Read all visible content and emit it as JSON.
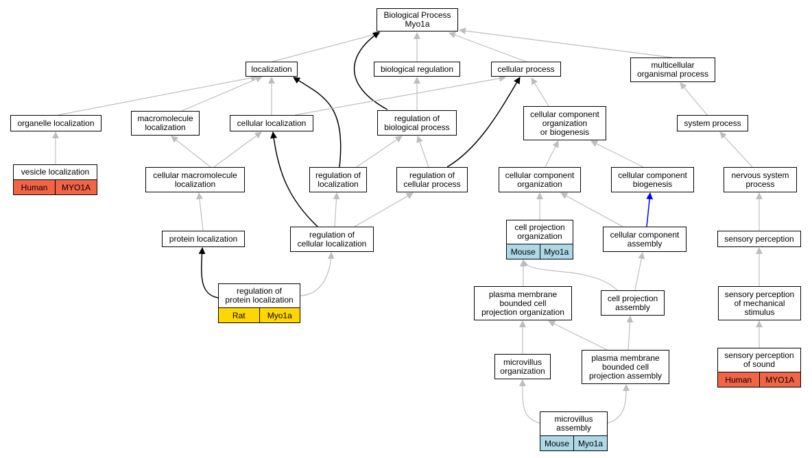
{
  "colors": {
    "human": "#f26446",
    "mouse": "#add8e6",
    "rat": "#ffd700",
    "edge_default": "#bdbdbd",
    "edge_regulates": "#000000",
    "edge_part_of": "#0000ff"
  },
  "nodes": {
    "bp": {
      "label": "Biological Process\nMyo1a"
    },
    "loc": {
      "label": "localization"
    },
    "bioreg": {
      "label": "biological regulation"
    },
    "cellproc": {
      "label": "cellular process"
    },
    "multi": {
      "label": "multicellular\norganismal process"
    },
    "orgloc": {
      "label": "organelle localization"
    },
    "macroloc": {
      "label": "macromolecule\nlocalization"
    },
    "cellloc": {
      "label": "cellular localization"
    },
    "regbio": {
      "label": "regulation of\nbiological process"
    },
    "ccob": {
      "label": "cellular component\norganization\nor biogenesis"
    },
    "sysproc": {
      "label": "system process"
    },
    "vesloc": {
      "label": "vesicle localization",
      "species": "Human",
      "gene": "MYO1A",
      "color": "human"
    },
    "cellmacro": {
      "label": "cellular macromolecule\nlocalization"
    },
    "regloc": {
      "label": "regulation of\nlocalization"
    },
    "regcell": {
      "label": "regulation of\ncellular process"
    },
    "ccorg": {
      "label": "cellular component\norganization"
    },
    "ccbio": {
      "label": "cellular component\nbiogenesis"
    },
    "nervous": {
      "label": "nervous system\nprocess"
    },
    "protloc": {
      "label": "protein localization"
    },
    "regcellloc": {
      "label": "regulation of\ncellular localization"
    },
    "cellproj": {
      "label": "cell projection\norganization",
      "species": "Mouse",
      "gene": "Myo1a",
      "color": "mouse"
    },
    "ccasm": {
      "label": "cellular component\nassembly"
    },
    "sensory": {
      "label": "sensory perception"
    },
    "regprot": {
      "label": "regulation of\nprotein localization",
      "species": "Rat",
      "gene": "Myo1a",
      "color": "rat"
    },
    "pmbcpo": {
      "label": "plasma membrane\nbounded cell\nprojection organization"
    },
    "cellprojasm": {
      "label": "cell projection\nassembly"
    },
    "mech": {
      "label": "sensory perception\nof mechanical\nstimulus"
    },
    "microorg": {
      "label": "microvillus\norganization"
    },
    "pmbcpa": {
      "label": "plasma membrane\nbounded cell\nprojection assembly"
    },
    "sound": {
      "label": "sensory perception\nof sound",
      "species": "Human",
      "gene": "MYO1A",
      "color": "human"
    },
    "microasm": {
      "label": "microvillus\nassembly",
      "species": "Mouse",
      "gene": "Myo1a",
      "color": "mouse"
    }
  },
  "edges": [
    {
      "from": "loc",
      "to": "bp",
      "type": "default"
    },
    {
      "from": "bioreg",
      "to": "bp",
      "type": "default"
    },
    {
      "from": "cellproc",
      "to": "bp",
      "type": "default"
    },
    {
      "from": "multi",
      "to": "bp",
      "type": "default"
    },
    {
      "from": "regbio",
      "to": "bp",
      "type": "regulates"
    },
    {
      "from": "orgloc",
      "to": "loc",
      "type": "default"
    },
    {
      "from": "macroloc",
      "to": "loc",
      "type": "default"
    },
    {
      "from": "cellloc",
      "to": "loc",
      "type": "default"
    },
    {
      "from": "regloc",
      "to": "loc",
      "type": "regulates"
    },
    {
      "from": "regbio",
      "to": "bioreg",
      "type": "default"
    },
    {
      "from": "cellloc",
      "to": "cellproc",
      "type": "default"
    },
    {
      "from": "ccob",
      "to": "cellproc",
      "type": "default"
    },
    {
      "from": "regcell",
      "to": "cellproc",
      "type": "regulates"
    },
    {
      "from": "sysproc",
      "to": "multi",
      "type": "default"
    },
    {
      "from": "vesloc",
      "to": "orgloc",
      "type": "default"
    },
    {
      "from": "cellmacro",
      "to": "macroloc",
      "type": "default"
    },
    {
      "from": "cellmacro",
      "to": "cellloc",
      "type": "default"
    },
    {
      "from": "regcellloc",
      "to": "cellloc",
      "type": "regulates"
    },
    {
      "from": "regloc",
      "to": "regbio",
      "type": "default"
    },
    {
      "from": "regcell",
      "to": "regbio",
      "type": "default"
    },
    {
      "from": "ccorg",
      "to": "ccob",
      "type": "default"
    },
    {
      "from": "ccbio",
      "to": "ccob",
      "type": "default"
    },
    {
      "from": "nervous",
      "to": "sysproc",
      "type": "default"
    },
    {
      "from": "protloc",
      "to": "cellmacro",
      "type": "default"
    },
    {
      "from": "regcellloc",
      "to": "regloc",
      "type": "default"
    },
    {
      "from": "regcellloc",
      "to": "regcell",
      "type": "default"
    },
    {
      "from": "cellproj",
      "to": "ccorg",
      "type": "default"
    },
    {
      "from": "ccasm",
      "to": "ccorg",
      "type": "default"
    },
    {
      "from": "ccasm",
      "to": "ccbio",
      "type": "part_of"
    },
    {
      "from": "sensory",
      "to": "nervous",
      "type": "default"
    },
    {
      "from": "regprot",
      "to": "protloc",
      "type": "regulates"
    },
    {
      "from": "regprot",
      "to": "regcellloc",
      "type": "default"
    },
    {
      "from": "pmbcpo",
      "to": "cellproj",
      "type": "default"
    },
    {
      "from": "cellprojasm",
      "to": "cellproj",
      "type": "default"
    },
    {
      "from": "cellprojasm",
      "to": "ccasm",
      "type": "default"
    },
    {
      "from": "mech",
      "to": "sensory",
      "type": "default"
    },
    {
      "from": "microorg",
      "to": "pmbcpo",
      "type": "default"
    },
    {
      "from": "pmbcpa",
      "to": "pmbcpo",
      "type": "default"
    },
    {
      "from": "pmbcpa",
      "to": "cellprojasm",
      "type": "default"
    },
    {
      "from": "sound",
      "to": "mech",
      "type": "default"
    },
    {
      "from": "microasm",
      "to": "microorg",
      "type": "default"
    },
    {
      "from": "microasm",
      "to": "pmbcpa",
      "type": "default"
    }
  ]
}
